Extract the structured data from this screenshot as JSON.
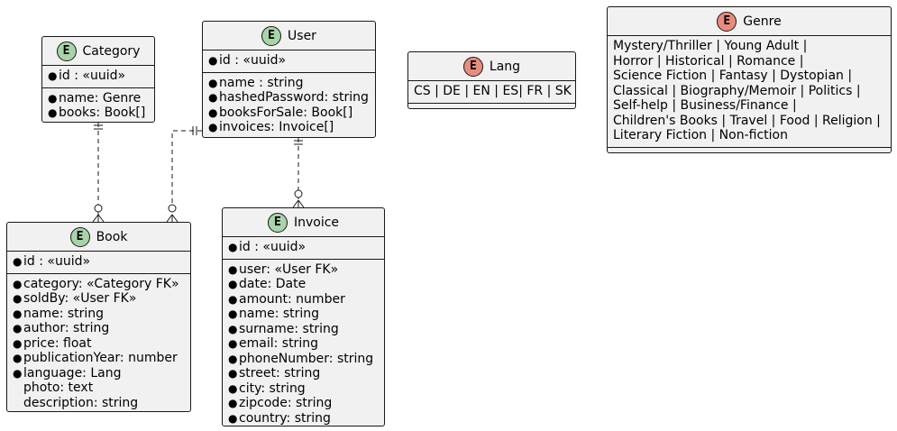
{
  "entities": {
    "category": {
      "title": "Category",
      "key": "id : «uuid»",
      "fields": [
        "name: Genre",
        "books: Book[]"
      ]
    },
    "user": {
      "title": "User",
      "key": "id : «uuid»",
      "fields": [
        "name : string",
        "hashedPassword: string",
        "booksForSale: Book[]",
        "invoices: Invoice[]"
      ]
    },
    "book": {
      "title": "Book",
      "key": "id : «uuid»",
      "fields": [
        "category: «Category FK»",
        "soldBy: «User FK»",
        "name: string",
        "author: string",
        "price: float",
        "publicationYear: number",
        "language: Lang"
      ],
      "optional_fields": [
        "photo: text",
        "description: string"
      ]
    },
    "invoice": {
      "title": "Invoice",
      "key": "id : «uuid»",
      "fields": [
        "user: «User FK»",
        "date: Date",
        "amount: number",
        "name: string",
        "surname: string",
        "email: string",
        "phoneNumber: string",
        "street: string",
        "city: string",
        "zipcode: string",
        "country: string"
      ]
    }
  },
  "enums": {
    "lang": {
      "title": "Lang",
      "lines": [
        "CS | DE | EN | ES| FR | SK"
      ]
    },
    "genre": {
      "title": "Genre",
      "lines": [
        "Mystery/Thriller | Young Adult |",
        "Horror | Historical | Romance |",
        "Science Fiction | Fantasy | Dystopian |",
        "Classical | Biography/Memoir | Politics |",
        "Self-help | Business/Finance |",
        "Children's Books | Travel | Food | Religion |",
        "Literary Fiction | Non-fiction"
      ]
    }
  },
  "badges": {
    "entity": "E",
    "enum": "E"
  },
  "colors": {
    "node_fill": "#f1f1f1",
    "entity_badge": "#a9d3a9",
    "enum_badge": "#e98c7e",
    "stroke": "#181818"
  }
}
